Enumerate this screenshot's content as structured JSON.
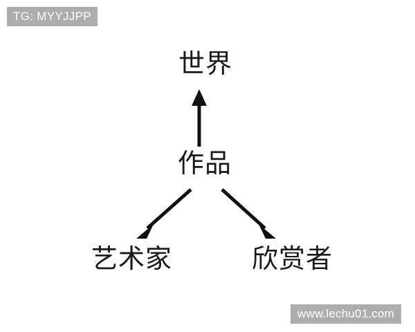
{
  "diagram": {
    "type": "relationship-diagram",
    "background_color": "#ffffff",
    "line_color": "#111111",
    "text_color": "#1a1a1a",
    "nodes": [
      {
        "id": "world",
        "label": "世界",
        "position": "top"
      },
      {
        "id": "artwork",
        "label": "作品",
        "position": "center"
      },
      {
        "id": "artist",
        "label": "艺术家",
        "position": "bottom-left"
      },
      {
        "id": "viewer",
        "label": "欣赏者",
        "position": "bottom-right"
      }
    ],
    "edges": [
      {
        "id": "artwork-to-world",
        "from": "artwork",
        "to": "world",
        "direction": "up",
        "arrowhead": "filled-triangle"
      },
      {
        "id": "artwork-to-artist",
        "from": "artwork",
        "to": "artist",
        "direction": "down-left",
        "arrowhead": "filled-triangle"
      },
      {
        "id": "artwork-to-viewer",
        "from": "artwork",
        "to": "viewer",
        "direction": "down-right",
        "arrowhead": "filled-triangle"
      }
    ]
  },
  "overlays": {
    "tag_label": "TG: MYYJJPP",
    "watermark_label": "www.lechu01.com",
    "tag_background": "#adadad",
    "tag_text_color": "#ffffff"
  }
}
